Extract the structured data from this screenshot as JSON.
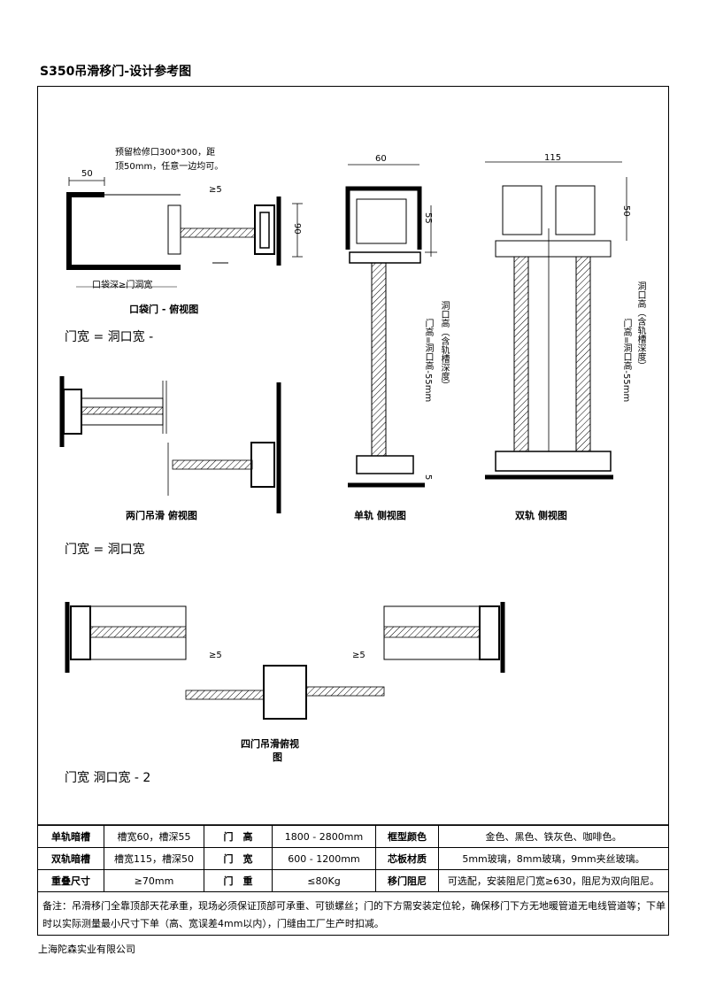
{
  "title": "S350吊滑移门-设计参考图",
  "annotations": {
    "reserve_note_1": "预留检修口300*300，距",
    "reserve_note_2": "顶50mm，任意一边均可。",
    "dim_50": "50",
    "dim_ge5": "≥5",
    "dim_90": "90",
    "pocket_depth": "口袋深≥门洞宽",
    "pocket_caption": "口袋门 - 俯视图",
    "formula_pocket": "门宽 = 洞口宽 - ",
    "dim_60": "60",
    "dim_55": "55",
    "dim_5": "5",
    "single_side_label_1": "门高=洞口高-55mm",
    "single_side_label_2": "洞口高（含轨槽深度）",
    "dim_115": "115",
    "dim_50b": "50",
    "double_side_label_1": "门高=洞口高-55mm",
    "double_side_label_2": "洞口高（含轨槽深度）",
    "two_door_caption": "两门吊滑  俯视图",
    "single_rail_caption": "单轨  侧视图",
    "double_rail_caption": "双轨  侧视图",
    "formula_two": "门宽 = 洞口宽",
    "four_door_caption_1": "四门吊滑俯视",
    "four_door_caption_2": "图",
    "formula_four": "门宽  洞口宽 - 2"
  },
  "spec_table": {
    "rows": [
      [
        "单轨暗槽",
        "槽宽60，槽深55",
        "门　高",
        "1800 - 2800mm",
        "框型颜色",
        "金色、黑色、铁灰色、咖啡色。"
      ],
      [
        "双轨暗槽",
        "槽宽115，槽深50",
        "门　宽",
        "600 - 1200mm",
        "芯板材质",
        "5mm玻璃，8mm玻璃，9mm夹丝玻璃。"
      ],
      [
        "重叠尺寸",
        "≥70mm",
        "门　重",
        "≤80Kg",
        "移门阻尼",
        "可选配，安装阻尼门宽≥630，阻尼为双向阻尼。"
      ]
    ]
  },
  "note": "备注：吊滑移门全靠顶部天花承重，现场必须保证顶部可承重、可锁螺丝；门的下方需安装定位轮，确保移门下方无地暖管道无电线管道等；下单时以实际测量最小尺寸下单（高、宽误差4mm以内），门缝由工厂生产时扣减。",
  "company": "上海陀森实业有限公司"
}
